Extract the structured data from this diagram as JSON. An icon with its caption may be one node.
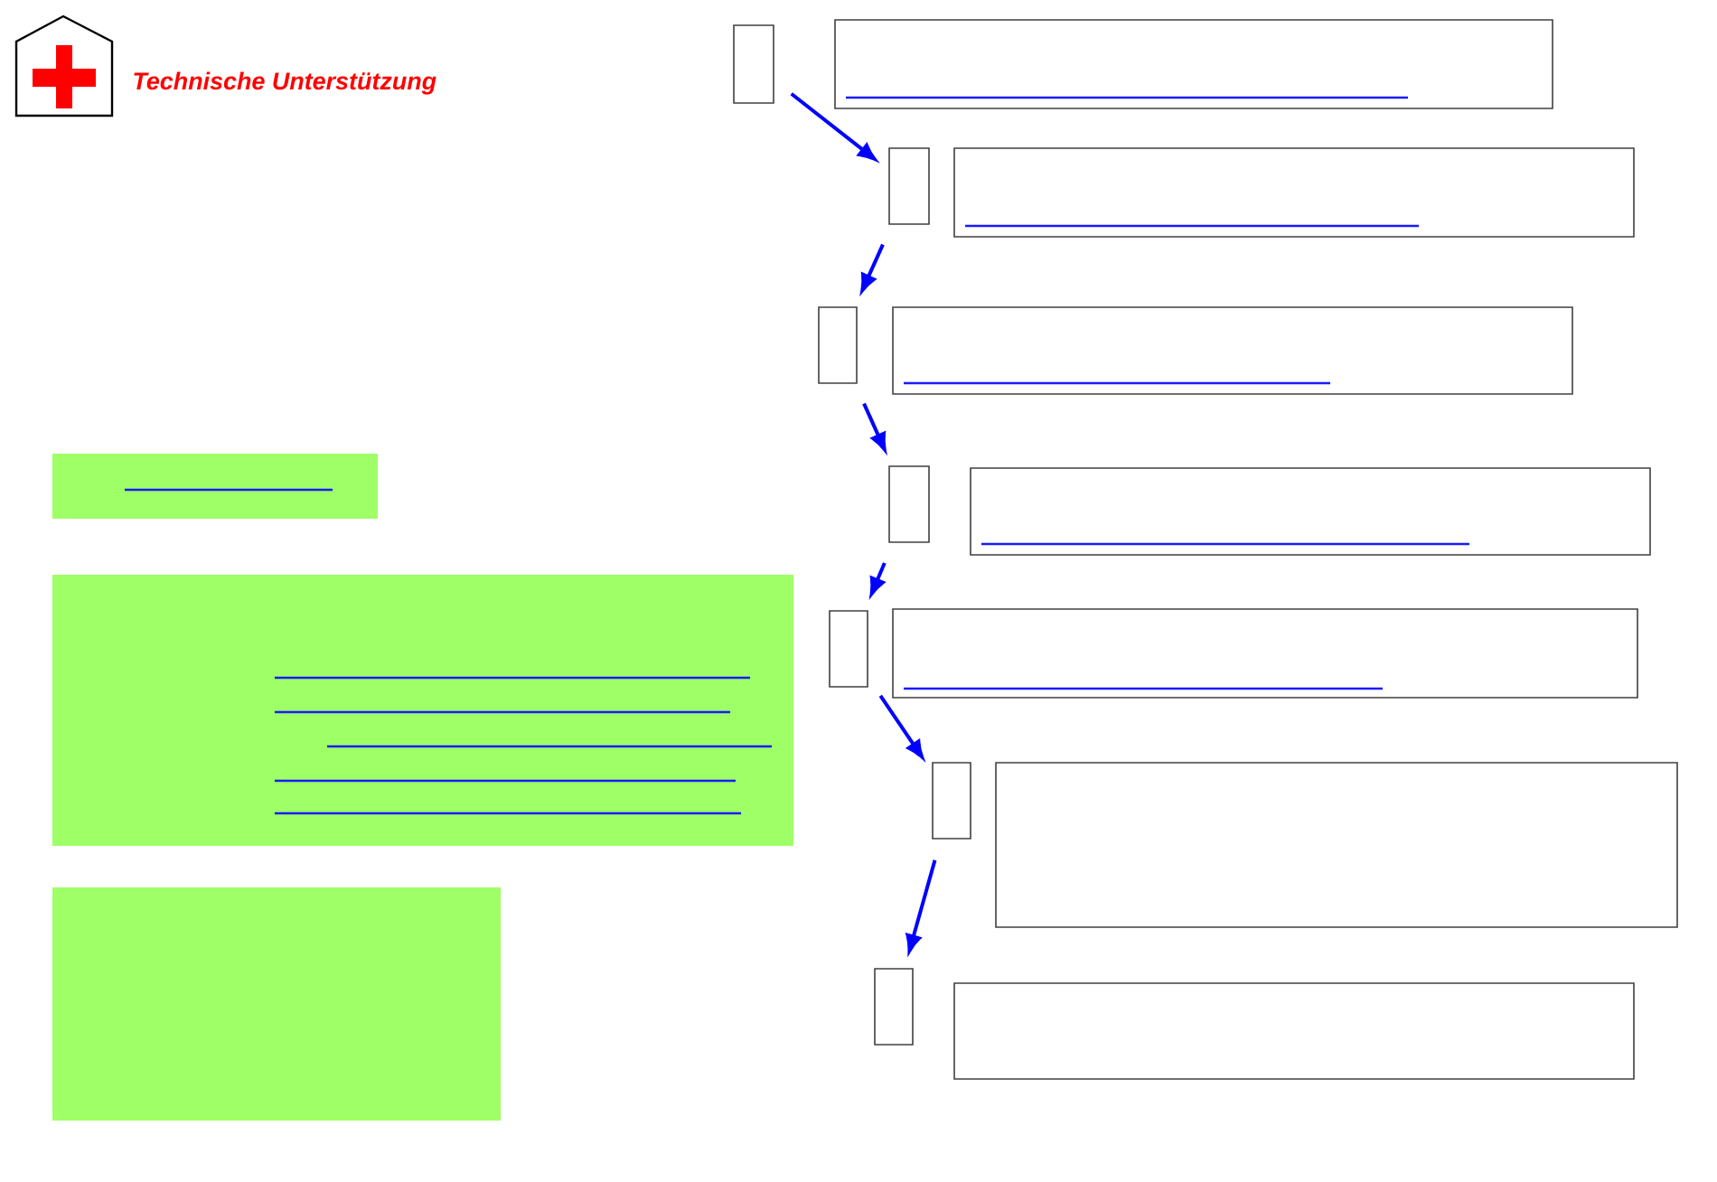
{
  "diagram": {
    "title": "Technische Unterstützung",
    "nodes": [
      {
        "text": [],
        "shape": "box"
      },
      {
        "text": [],
        "shape": "box"
      },
      {
        "text": [],
        "shape": "box"
      },
      {
        "text": [],
        "shape": "box"
      },
      {
        "text": [],
        "shape": "box"
      },
      {
        "text": [],
        "shape": "box"
      },
      {
        "text": [],
        "shape": "box"
      },
      {
        "text": [],
        "shape": "box"
      },
      {
        "text": [],
        "shape": "box"
      },
      {
        "text": [],
        "shape": "box"
      },
      {
        "text": [],
        "shape": "box"
      },
      {
        "text": [],
        "shape": "box"
      },
      {
        "text": [],
        "shape": "box"
      },
      {
        "text": [],
        "shape": "box"
      },
      {
        "text": [],
        "shape": "box"
      },
      {
        "text": [],
        "shape": "box"
      },
      {
        "text": [],
        "shape": "box"
      }
    ],
    "edges": [
      {
        "from": 0,
        "to": 1,
        "arrow": "to"
      },
      {
        "from": 1,
        "to": 2,
        "arrow": "to"
      },
      {
        "from": 2,
        "to": 3,
        "arrow": "to"
      },
      {
        "from": 3,
        "to": 4,
        "arrow": "to"
      },
      {
        "from": 4,
        "to": 5,
        "arrow": "to"
      },
      {
        "from": 5,
        "to": 6,
        "arrow": "to"
      }
    ]
  }
}
